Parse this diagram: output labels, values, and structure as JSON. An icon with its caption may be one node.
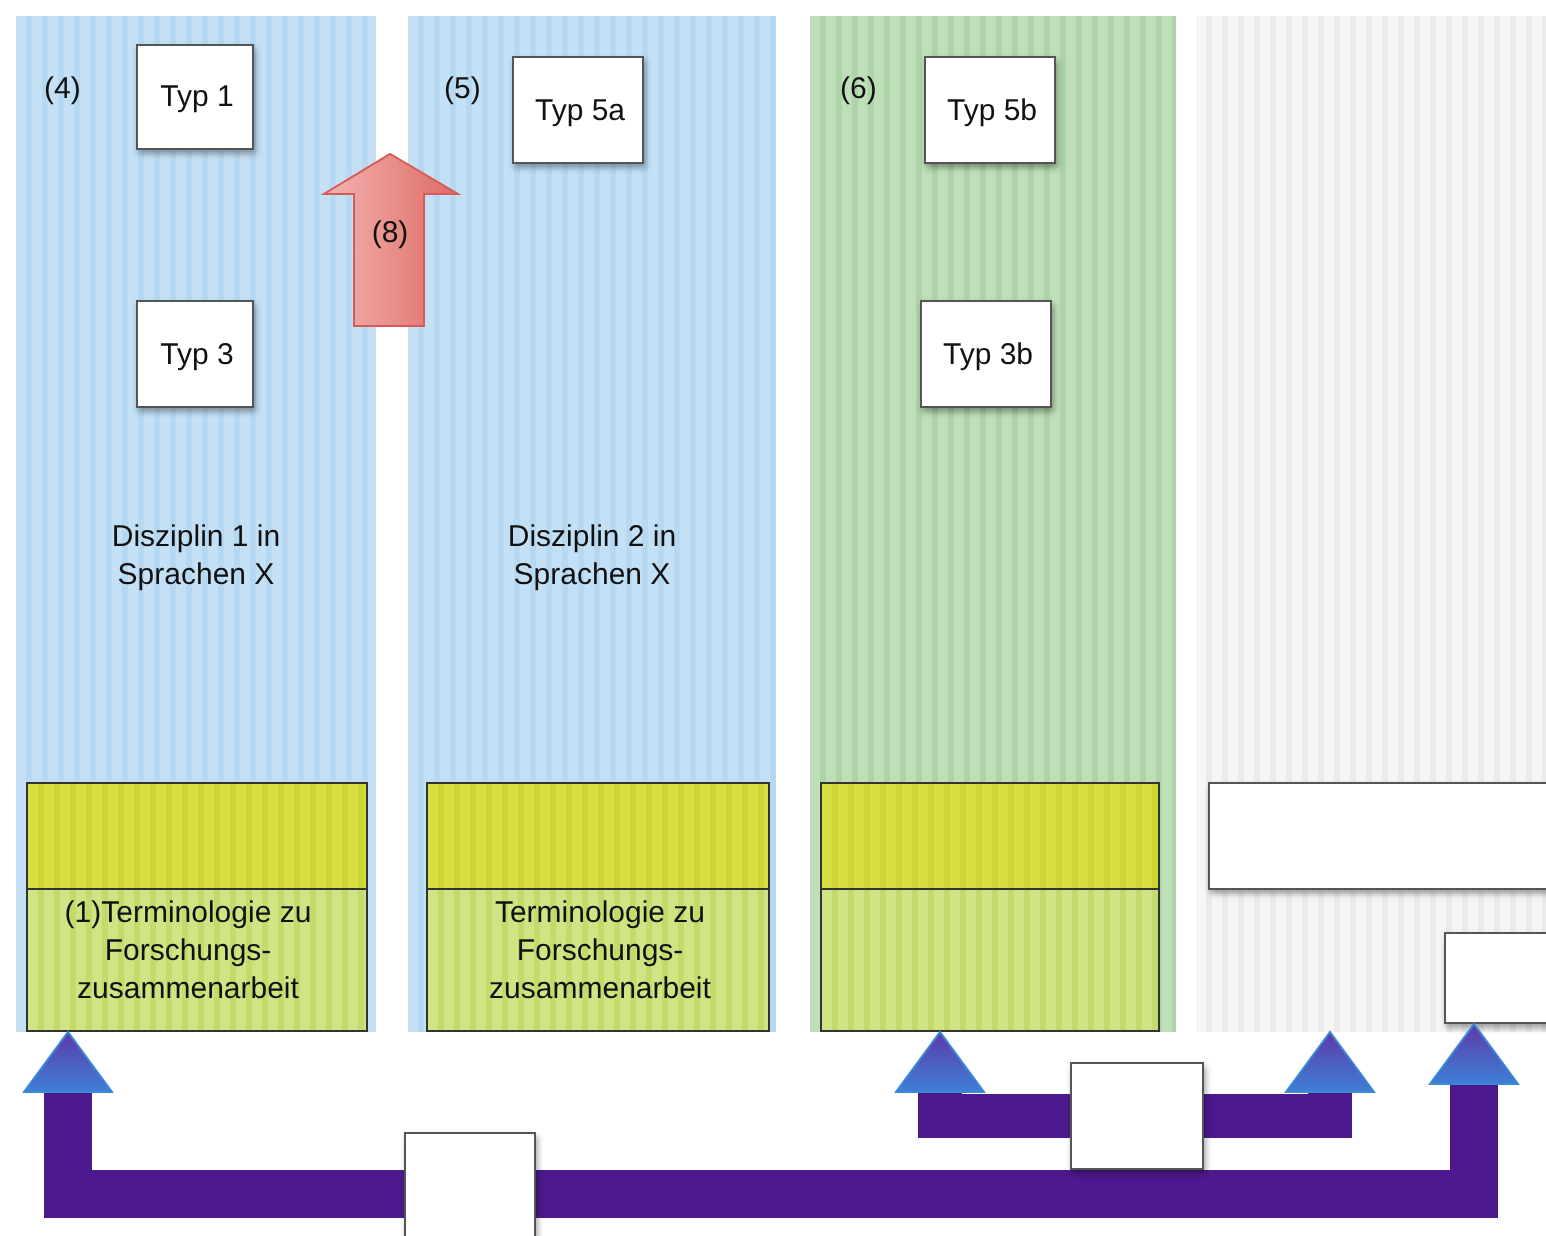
{
  "diagram": {
    "nodes": [
      {
        "text": [
          "(4)",
          "Disziplin 1 in Sprachen X"
        ]
      },
      {
        "text": [
          "Typ 1"
        ],
        "in": 0
      },
      {
        "text": [
          "Typ 3"
        ],
        "in": 0
      },
      {
        "text": [],
        "shape": "box",
        "in": 0
      },
      {
        "text": [
          "(1)Terminologie zu Forschungs- zusammenarbeit"
        ],
        "in": 0
      },
      {
        "text": [
          "(5)",
          "Disziplin 2 in Sprachen X"
        ]
      },
      {
        "text": [
          "Typ 5a"
        ],
        "in": 5
      },
      {
        "text": [],
        "shape": "box",
        "in": 5
      },
      {
        "text": [
          "Terminologie zu Forschungs- zusammenarbeit"
        ],
        "in": 5
      },
      {
        "text": [
          "(6)"
        ]
      },
      {
        "text": [
          "Typ 5b"
        ],
        "in": 9
      },
      {
        "text": [
          "Typ 3b"
        ],
        "in": 9
      },
      {
        "text": [],
        "shape": "box",
        "in": 9
      },
      {
        "text": [],
        "shape": "box",
        "in": 9
      },
      {
        "text": [],
        "shape": "box"
      },
      {
        "text": [],
        "shape": "box",
        "in": 14
      },
      {
        "text": [],
        "shape": "box",
        "in": 14
      },
      {
        "text": [],
        "shape": "box"
      },
      {
        "text": [],
        "shape": "box"
      }
    ],
    "edges": [
      {
        "from": 17,
        "to": 4,
        "arrow": "to"
      },
      {
        "from": 17,
        "to": 16,
        "arrow": "to"
      },
      {
        "from": 18,
        "to": 13,
        "arrow": "to"
      },
      {
        "from": 18,
        "to": 14,
        "arrow": "to"
      }
    ],
    "labels": [
      "(8)"
    ]
  }
}
